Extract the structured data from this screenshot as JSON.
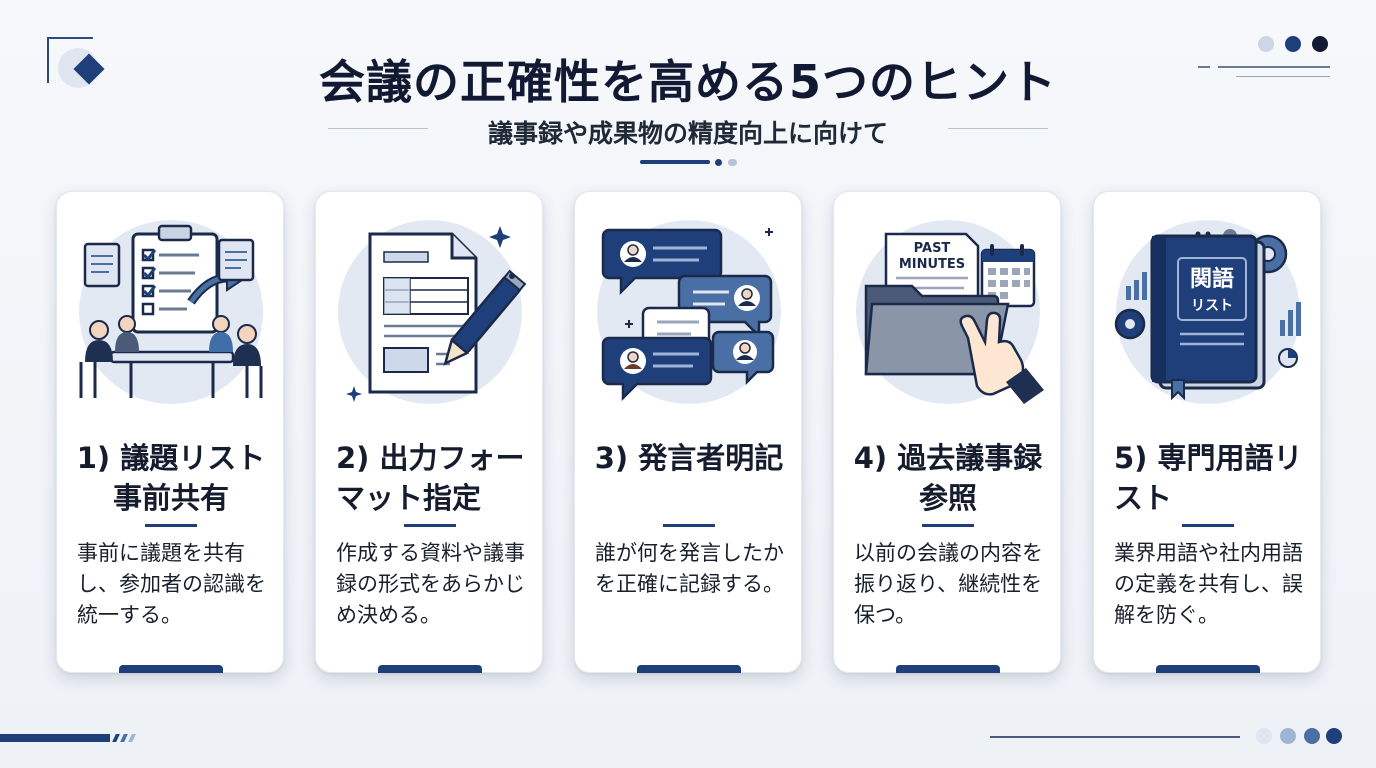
{
  "header": {
    "title": "会議の正確性を高める5つのヒント",
    "subtitle": "議事録や成果物の精度向上に向けて"
  },
  "cards": [
    {
      "title": "1) 議題リスト事前共有",
      "description": "事前に議題を共有し、参加者の認識を統一する。",
      "icon": "meeting-agenda-icon"
    },
    {
      "title": "2) 出力フォーマット指定",
      "description": "作成する資料や議事録の形式をあらかじめ決める。",
      "icon": "document-pen-icon"
    },
    {
      "title": "3) 発言者明記",
      "description": "誰が何を発言したかを正確に記録する。",
      "icon": "chat-bubbles-icon"
    },
    {
      "title": "4) 過去議事録参照",
      "description": "以前の会議の内容を振り返り、継続性を保つ。",
      "icon": "folder-minutes-icon"
    },
    {
      "title": "5) 専門用語リスト",
      "description": "業界用語や社内用語の定義を共有し、誤解を防ぐ。",
      "icon": "glossary-book-icon"
    }
  ],
  "illustrations": {
    "past_minutes_label_1": "PAST",
    "past_minutes_label_2": "MINUTES",
    "glossary_label_1": "関語",
    "glossary_label_2": "リスト"
  },
  "colors": {
    "navy": "#1e3f7a",
    "dark_navy": "#121a33",
    "light_blue": "#dfe6f1",
    "accent_blue": "#4a6fa5"
  }
}
